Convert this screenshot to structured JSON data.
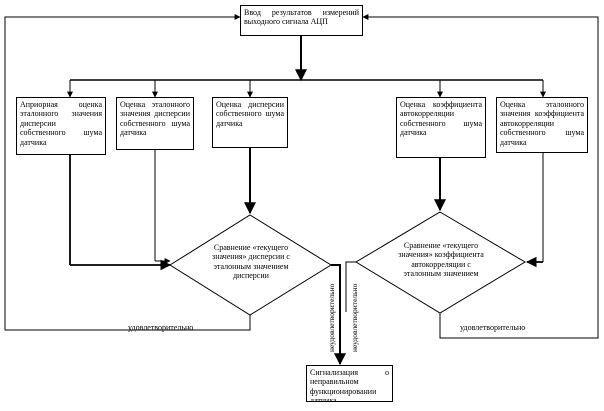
{
  "input_box": "Ввод результатов измерений выходного сигнала АЦП",
  "estimates": {
    "apriori_variance": "Априорная оценка эталонного значения дисперсии собственного шума датчика",
    "variance_reference": "Оценка эталонного значения дисперсии собственного шума датчика",
    "variance": "Оценка дисперсии собственного шума датчика",
    "autocorr": "Оценка коэффициента автокорреляции собственного шума датчика",
    "autocorr_reference": "Оценка эталонного значения коэффициента автокорреляции собственного шума датчика"
  },
  "decisions": {
    "variance_compare": "Сравнение «текущего значения» дисперсии с эталонным значением дисперсии",
    "autocorr_compare": "Сравнение «текущего значения» коэффициента автокорреляции с эталонным значением"
  },
  "outcomes": {
    "satisfactory_left": "удовлетворительно",
    "satisfactory_right": "удовлетворительно",
    "unsatisfactory_left": "неудовлетворительно",
    "unsatisfactory_right": "неудовлетворительно"
  },
  "alarm_box": "Сигнализация о неправильном функционировании датчика"
}
